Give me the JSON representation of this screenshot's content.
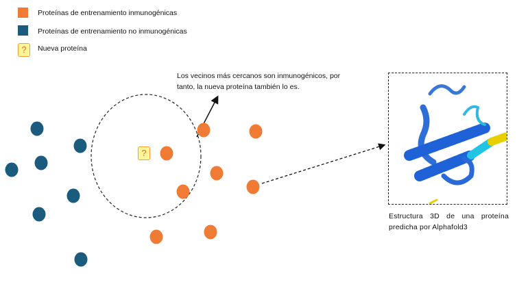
{
  "legend": [
    {
      "label": "Proteínas de entrenamiento inmunogénicas",
      "color": "#ef7b35"
    },
    {
      "label": "Proteínas de entrenamiento no inmunogénicas",
      "color": "#1a5b7e"
    },
    {
      "label": "Nueva proteína",
      "symbol": "?"
    }
  ],
  "annotation": "Los vecinos más cercanos son inmunogénicos, por tanto, la nueva proteína también lo es.",
  "query_symbol": "?",
  "structure_caption": "Estructura 3D de una proteína predicha por Alphafold3",
  "colors": {
    "immunogenic": "#ef7b35",
    "non_immunogenic": "#1a5b7e",
    "query_fill": "#fff59a",
    "query_border": "#f0a030"
  }
}
